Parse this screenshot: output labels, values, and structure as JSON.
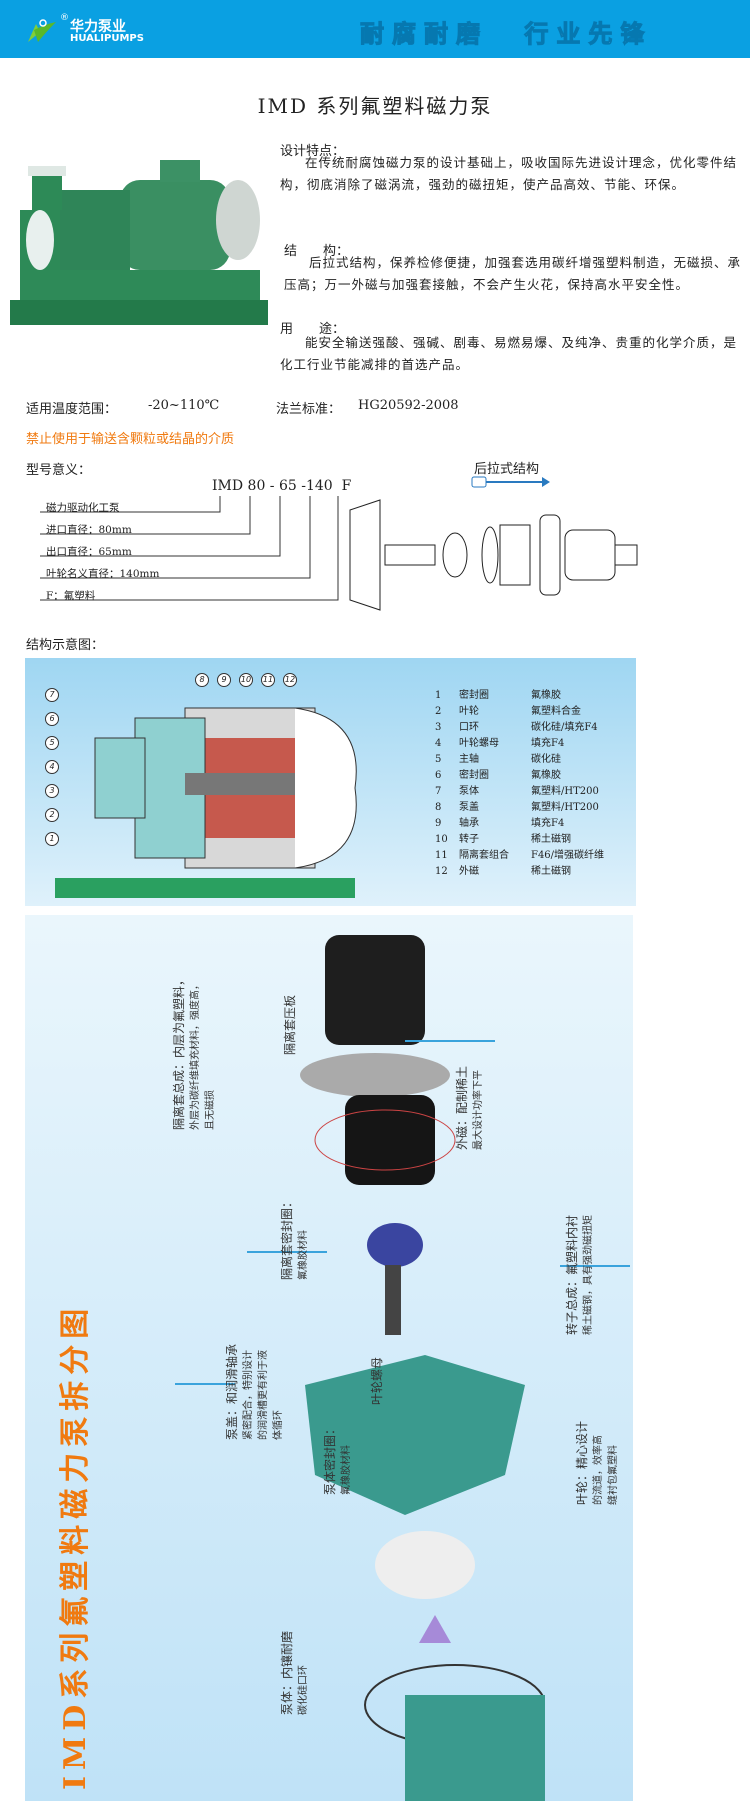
{
  "header": {
    "brand_cn": "华力泵业",
    "brand_en": "HUALIPUMPS",
    "registered": "®",
    "slogan": "耐腐耐磨 行业先锋"
  },
  "title": "IMD 系列氟塑料磁力泵",
  "features": {
    "heading": "设计特点：",
    "text": "在传统耐腐蚀磁力泵的设计基础上，吸收国际先进设计理念，优化零件结构，彻底消除了磁涡流，强劲的磁扭矩，使产品高效、节能、环保。"
  },
  "structure": {
    "heading": "结　　构：",
    "text": "后拉式结构，保养检修便捷，加强套选用碳纤增强塑料制造，无磁损、承压高；万一外磁与加强套接触，不会产生火花，保持高水平安全性。"
  },
  "usage": {
    "heading": "用　　途：",
    "text": "能安全输送强酸、强碱、剧毒、易燃易爆、及纯净、贵重的化学介质，是化工行业节能减排的首选产品。"
  },
  "specs": {
    "temp_label": "适用温度范围：",
    "temp_value": "-20~110℃",
    "flange_label": "法兰标准：",
    "flange_value": "HG20592-2008"
  },
  "warning": "禁止使用于输送含颗粒或结晶的介质",
  "model": {
    "heading": "型号意义：",
    "code": "IMD 80 - 65 -140  F",
    "lines": [
      "磁力驱动化工泵",
      "进口直径：80mm",
      "出口直径：65mm",
      "叶轮名义直径：140mm",
      "F：氟塑料"
    ],
    "backpull": "后拉式结构"
  },
  "schematic": {
    "heading": "结构示意图：",
    "callouts": [
      "7",
      "6",
      "5",
      "4",
      "3",
      "2",
      "1",
      "8",
      "9",
      "10",
      "11",
      "12"
    ],
    "parts": [
      [
        "1",
        "密封圈",
        "氟橡胶"
      ],
      [
        "2",
        "叶轮",
        "氟塑料合金"
      ],
      [
        "3",
        "口环",
        "碳化硅/填充F4"
      ],
      [
        "4",
        "叶轮螺母",
        "填充F4"
      ],
      [
        "5",
        "主轴",
        "碳化硅"
      ],
      [
        "6",
        "密封圈",
        "氟橡胶"
      ],
      [
        "7",
        "泵体",
        "氟塑料/HT200"
      ],
      [
        "8",
        "泵盖",
        "氟塑料/HT200"
      ],
      [
        "9",
        "轴承",
        "填充F4"
      ],
      [
        "10",
        "转子",
        "稀土磁钢"
      ],
      [
        "11",
        "隔离套组合",
        "F46/增强碳纤维"
      ],
      [
        "12",
        "外磁",
        "稀土磁钢"
      ]
    ]
  },
  "exploded": {
    "title": "IMD系列氟塑料磁力泵拆分图",
    "labels": {
      "outer_magnet": [
        "外磁：配制稀土",
        "最大设计功率下平"
      ],
      "shield_plate": [
        "隔离套压板"
      ],
      "shield_assembly": [
        "隔离套总成：内层为氟塑料，",
        "外层为碳纤维填充材料，强度高，",
        "且无磁损"
      ],
      "shield_seal": [
        "隔离套密封圈：",
        "氟橡胶材料"
      ],
      "rotor": [
        "转子总成：氟塑料内衬",
        "稀土磁钢，具有强劲磁扭矩"
      ],
      "cover": [
        "泵盖：和润滑轴承",
        "紧密配合，特别设计",
        "的润滑槽更有利于液",
        "体循环"
      ],
      "impeller": [
        "叶轮：精心设计",
        "的流道，效率高",
        "缝衬包氟塑料"
      ],
      "impeller_nut": [
        "叶轮螺母"
      ],
      "body_seal": [
        "泵体密封圈：",
        "氟橡胶材料"
      ],
      "body": [
        "泵体：内镶耐磨",
        "碳化硅口环"
      ]
    }
  }
}
